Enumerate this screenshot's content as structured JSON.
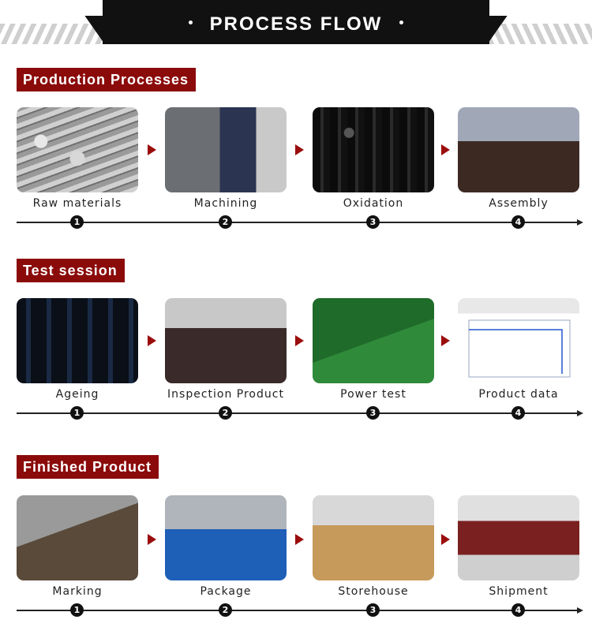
{
  "header": {
    "title": "PROCESS FLOW"
  },
  "sections": [
    {
      "label": "Production Processes",
      "steps": [
        {
          "caption": "Raw materials",
          "number": "1",
          "photo": "raw-materials-photo"
        },
        {
          "caption": "Machining",
          "number": "2",
          "photo": "machining-photo"
        },
        {
          "caption": "Oxidation",
          "number": "3",
          "photo": "oxidation-photo"
        },
        {
          "caption": "Assembly",
          "number": "4",
          "photo": "assembly-photo"
        }
      ]
    },
    {
      "label": "Test session",
      "steps": [
        {
          "caption": "Ageing",
          "number": "1",
          "photo": "ageing-photo"
        },
        {
          "caption": "Inspection Product",
          "number": "2",
          "photo": "inspection-photo"
        },
        {
          "caption": "Power test",
          "number": "3",
          "photo": "power-test-photo"
        },
        {
          "caption": "Product data",
          "number": "4",
          "photo": "product-data-photo"
        }
      ]
    },
    {
      "label": "Finished Product",
      "steps": [
        {
          "caption": "Marking",
          "number": "1",
          "photo": "marking-photo"
        },
        {
          "caption": "Package",
          "number": "2",
          "photo": "package-photo"
        },
        {
          "caption": "Storehouse",
          "number": "3",
          "photo": "storehouse-photo"
        },
        {
          "caption": "Shipment",
          "number": "4",
          "photo": "shipment-photo"
        }
      ]
    }
  ],
  "colors": {
    "accent": "#8b0a0a",
    "banner": "#111111",
    "text": "#222222"
  }
}
